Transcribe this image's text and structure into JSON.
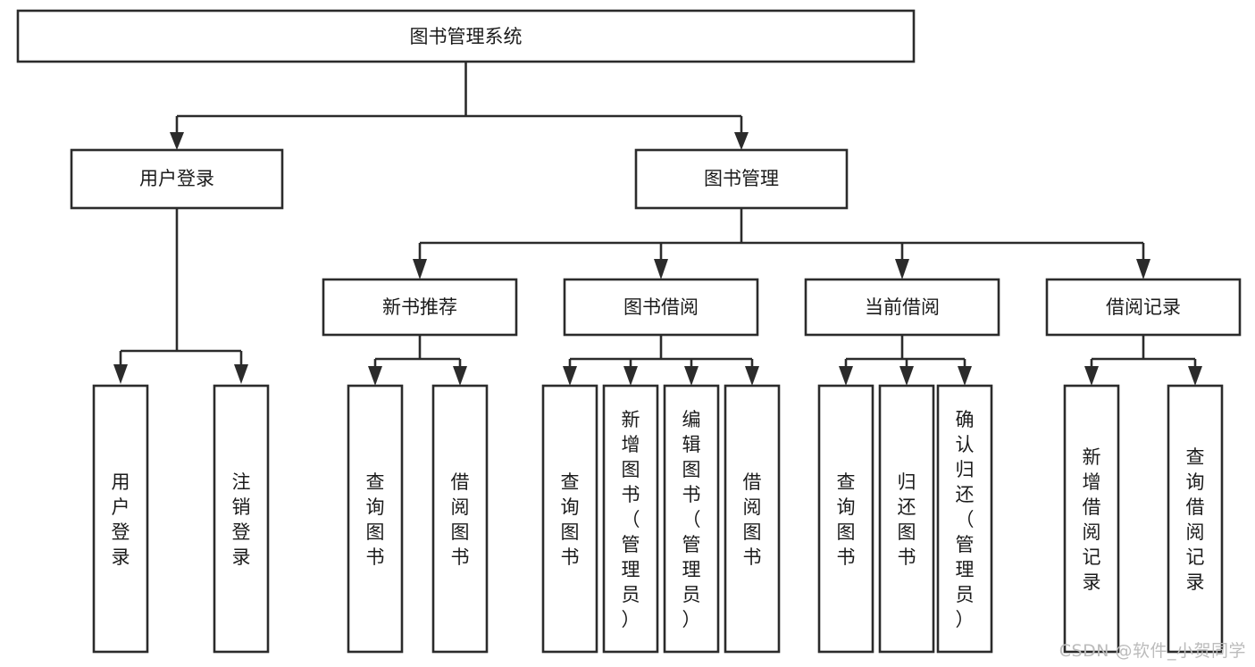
{
  "diagram": {
    "title": "图书管理系统",
    "type": "tree-hierarchy-diagram",
    "colors": {
      "box_stroke": "#2b2b2b",
      "box_fill": "#ffffff",
      "connector": "#2b2b2b",
      "text": "#1b1b1b",
      "watermark": "#bcbcbc",
      "background": "#ffffff"
    },
    "root": {
      "label": "图书管理系统"
    },
    "level2": [
      {
        "label": "用户登录"
      },
      {
        "label": "图书管理"
      }
    ],
    "level3": [
      {
        "label": "新书推荐"
      },
      {
        "label": "图书借阅"
      },
      {
        "label": "当前借阅"
      },
      {
        "label": "借阅记录"
      }
    ],
    "leaves": {
      "user_login": [
        {
          "label": "用户登录"
        },
        {
          "label": "注销登录"
        }
      ],
      "new_book_recommend": [
        {
          "label": "查询图书"
        },
        {
          "label": "借阅图书"
        }
      ],
      "book_borrow": [
        {
          "label": "查询图书"
        },
        {
          "label": "新增图书（管理员）"
        },
        {
          "label": "编辑图书（管理员）"
        },
        {
          "label": "借阅图书"
        }
      ],
      "current_borrow": [
        {
          "label": "查询图书"
        },
        {
          "label": "归还图书"
        },
        {
          "label": "确认归还（管理员）"
        }
      ],
      "borrow_record": [
        {
          "label": "新增借阅记录"
        },
        {
          "label": "查询借阅记录"
        }
      ]
    }
  },
  "watermark": {
    "text": "CSDN @软件_小贺同学"
  }
}
